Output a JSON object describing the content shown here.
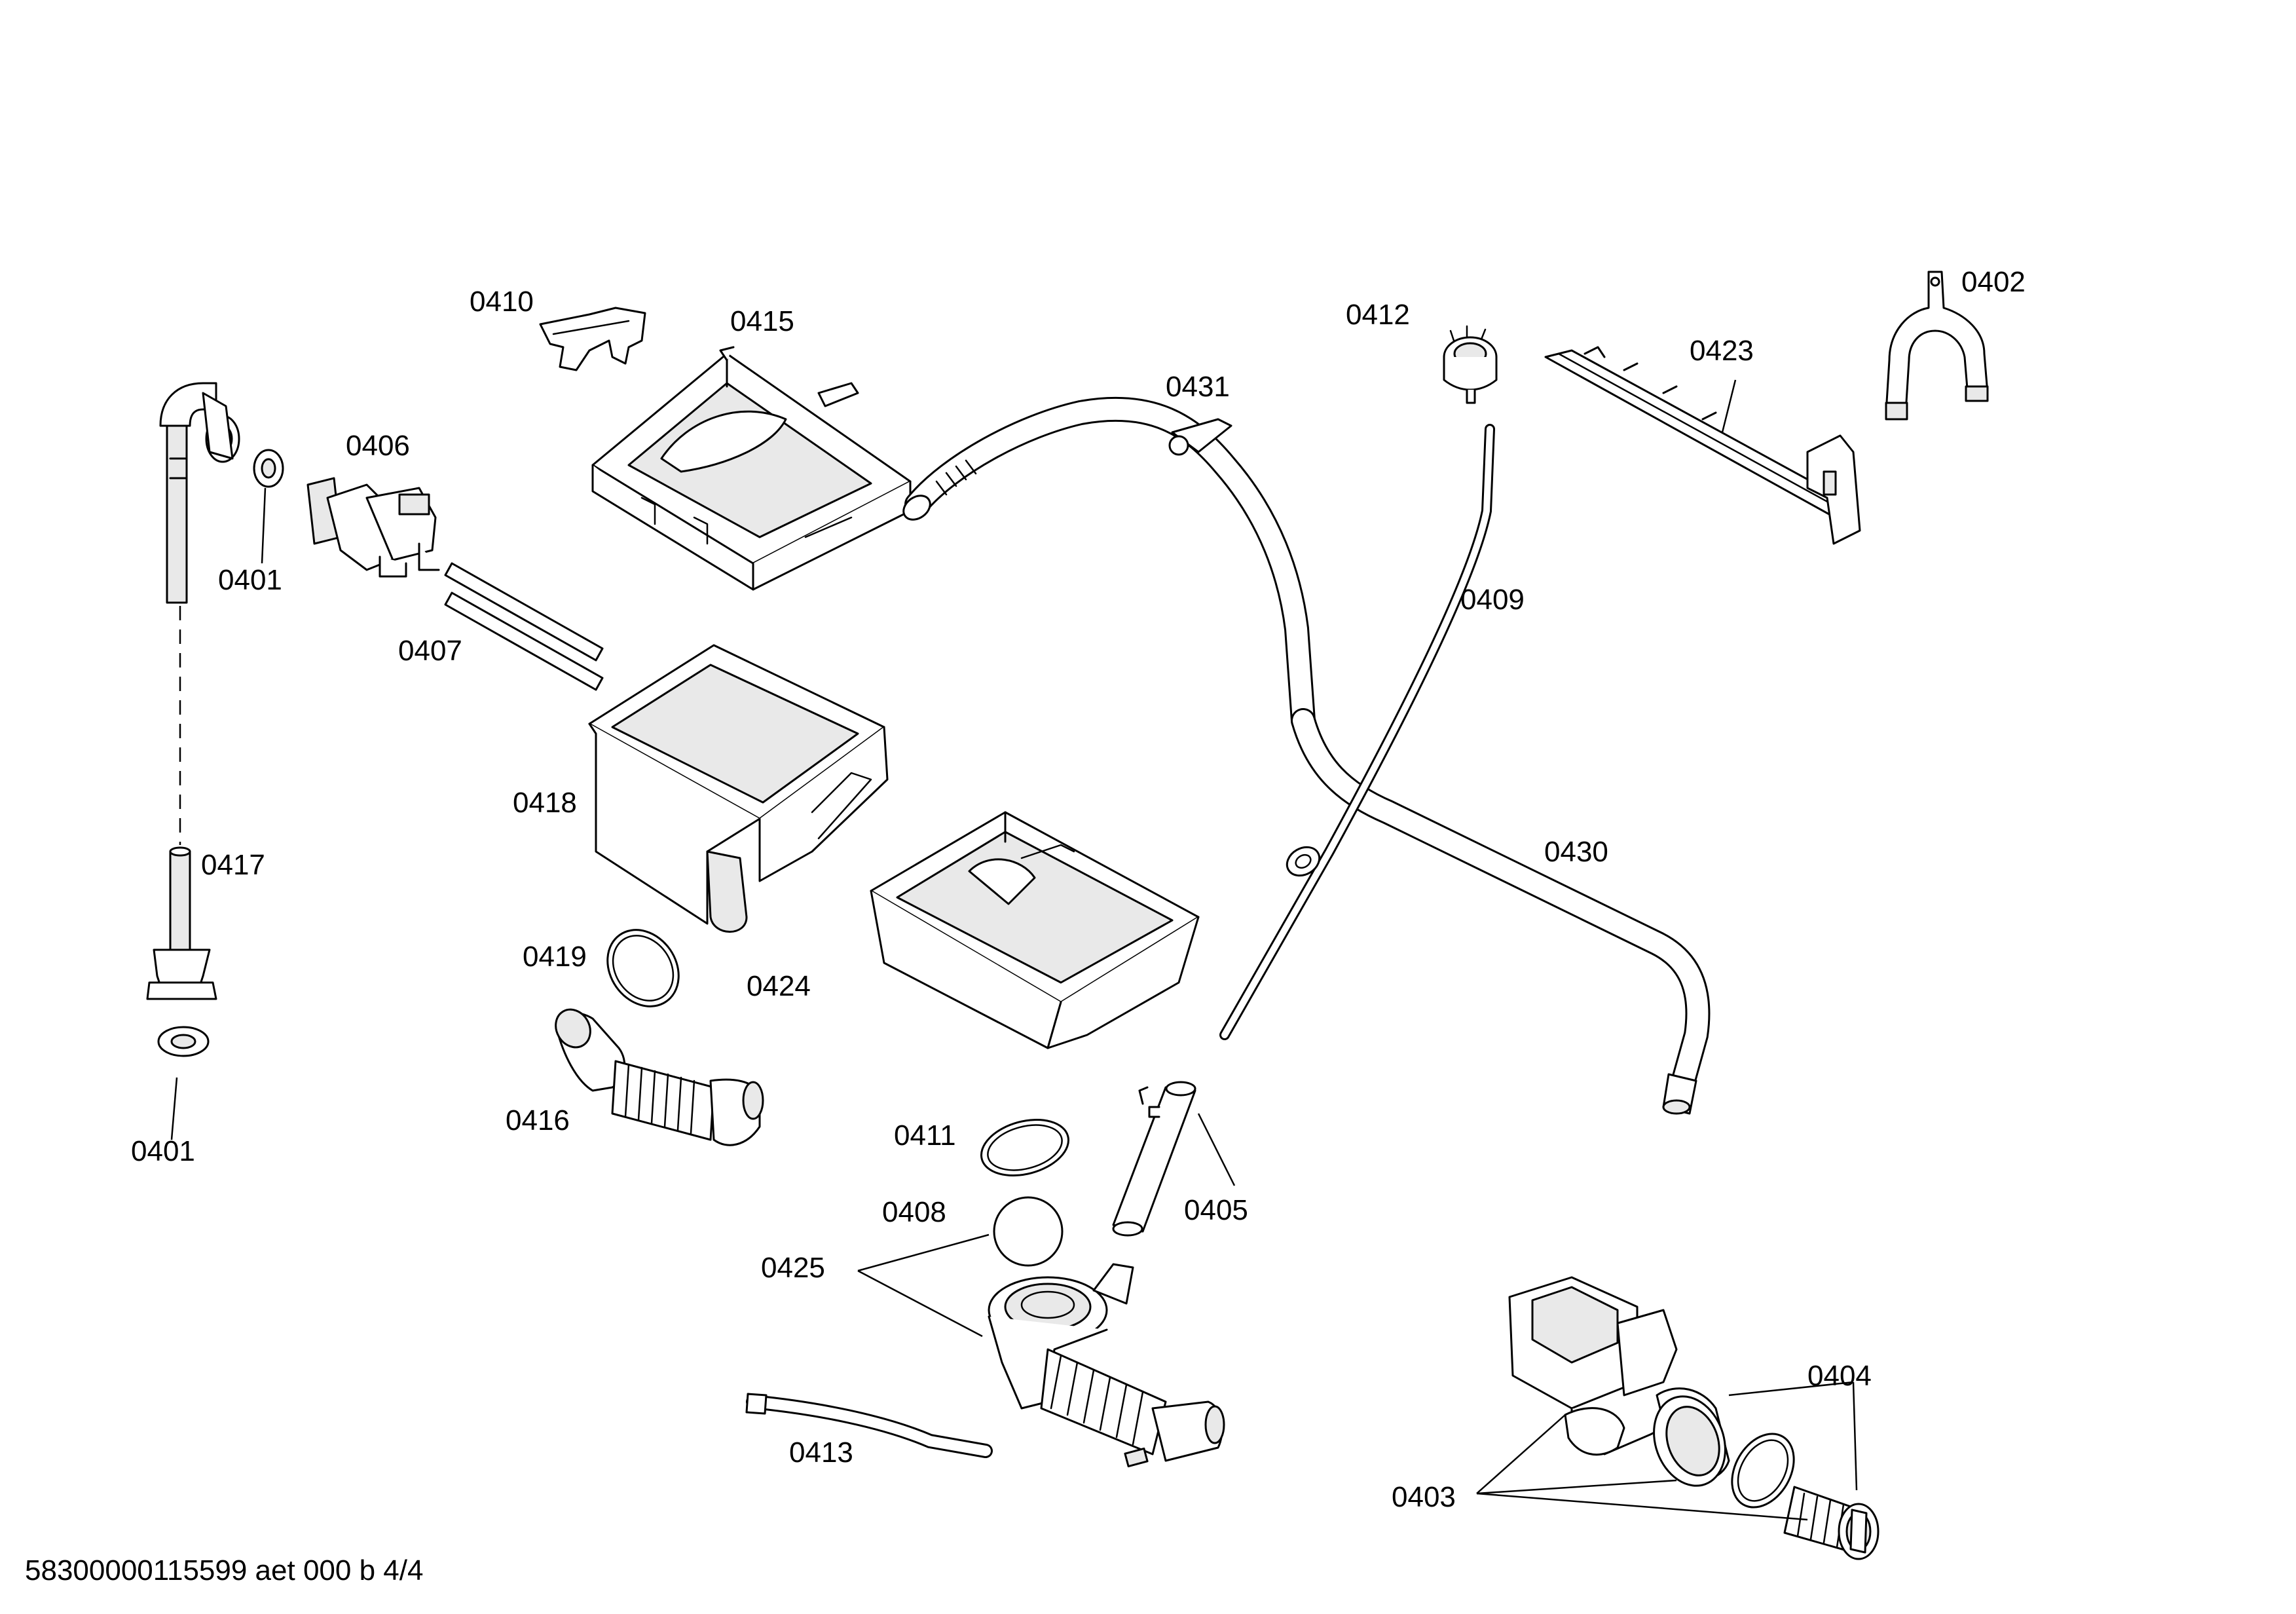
{
  "labels": {
    "p0401a": "0401",
    "p0401b": "0401",
    "p0402": "0402",
    "p0403": "0403",
    "p0404": "0404",
    "p0405": "0405",
    "p0406": "0406",
    "p0407": "0407",
    "p0408": "0408",
    "p0409": "0409",
    "p0410": "0410",
    "p0411": "0411",
    "p0412": "0412",
    "p0413": "0413",
    "p0415": "0415",
    "p0416": "0416",
    "p0417": "0417",
    "p0418": "0418",
    "p0419": "0419",
    "p0423": "0423",
    "p0424": "0424",
    "p0425": "0425",
    "p0430": "0430",
    "p0431": "0431"
  },
  "footer": "58300000115599 aet 000 b 4/4"
}
